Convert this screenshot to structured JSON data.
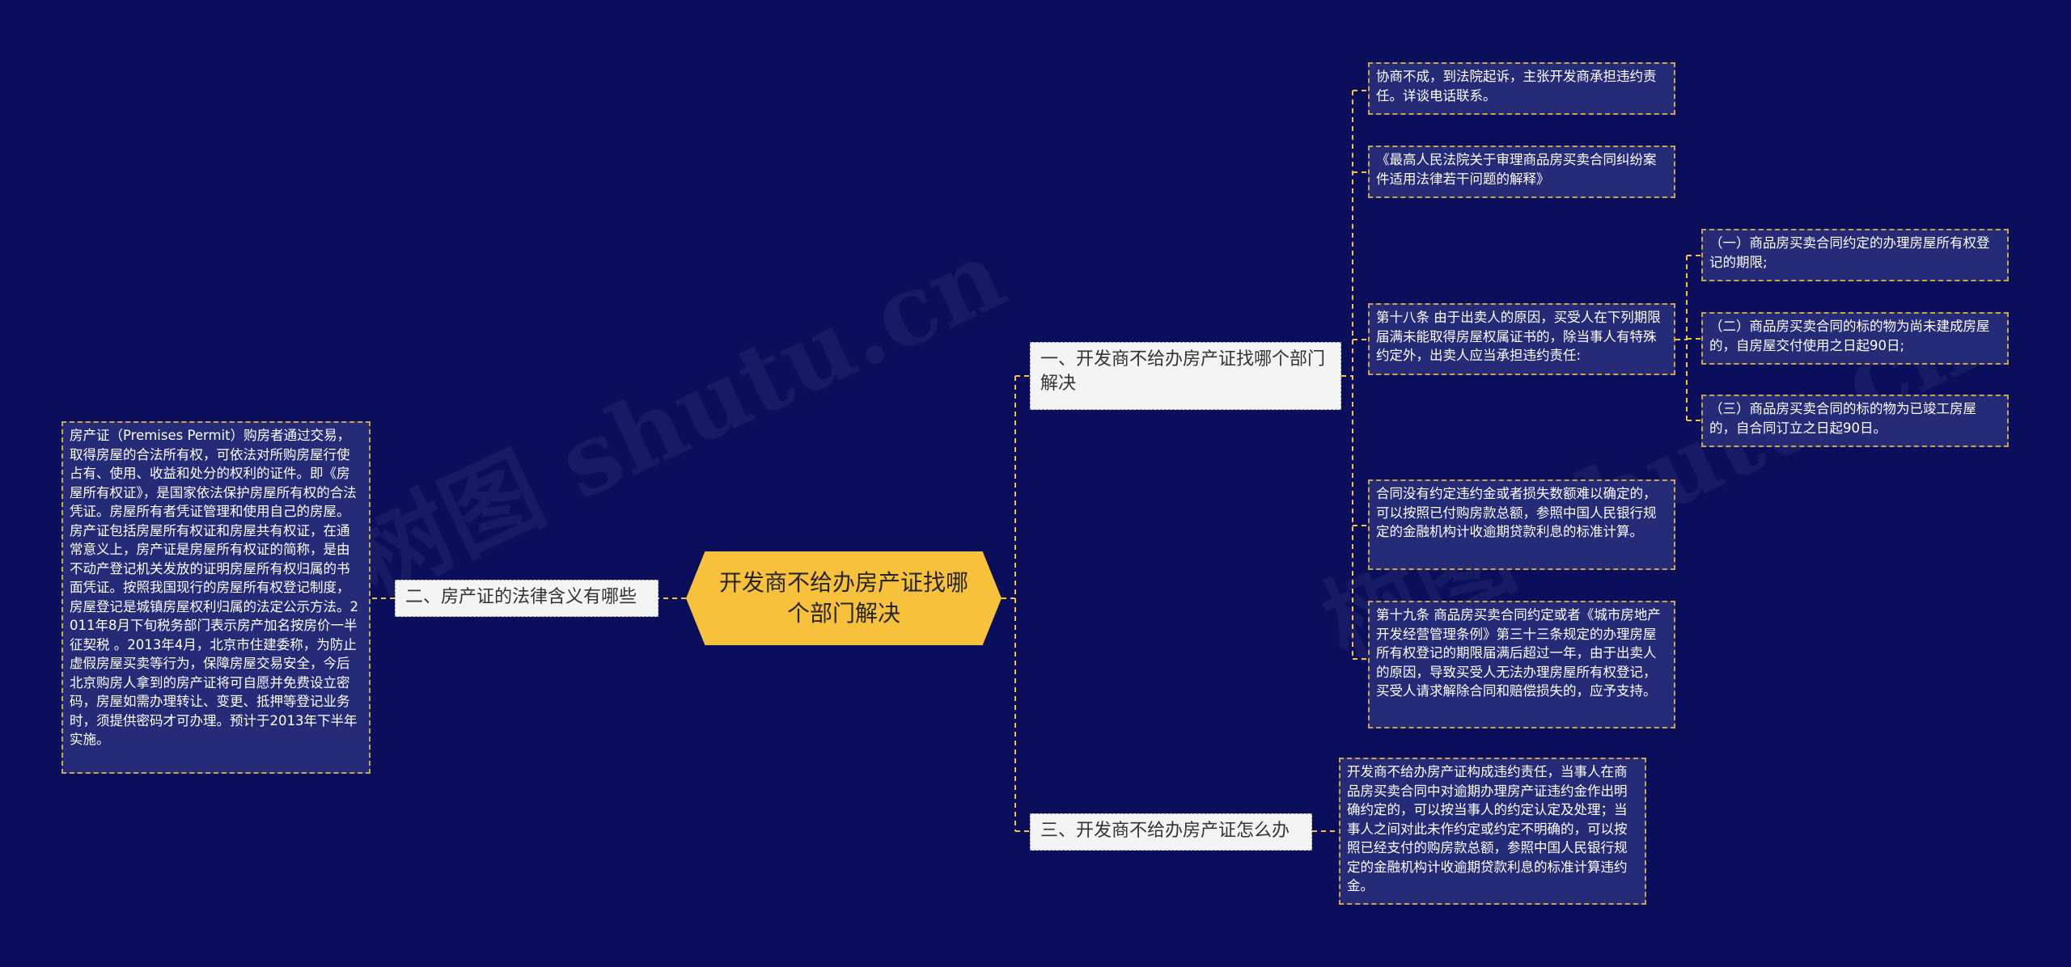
{
  "watermark": "树图 shutu.cn",
  "root": {
    "title": "开发商不给办房产证找哪个部门解决"
  },
  "branches": {
    "b1": "一、开发商不给办房产证找哪个部门解决",
    "b2": "二、房产证的法律含义有哪些",
    "b3": "三、开发商不给办房产证怎么办"
  },
  "leaves": {
    "l1": "协商不成，到法院起诉，主张开发商承担违约责任。详谈电话联系。",
    "l2": "《最高人民法院关于审理商品房买卖合同纠纷案件适用法律若干问题的解释》",
    "l3": "第十八条 由于出卖人的原因，买受人在下列期限届满未能取得房屋权属证书的，除当事人有特殊约定外，出卖人应当承担违约责任:",
    "l3a": "（一）商品房买卖合同约定的办理房屋所有权登记的期限;",
    "l3b": "（二）商品房买卖合同的标的物为尚未建成房屋的，自房屋交付使用之日起90日;",
    "l3c": "（三）商品房买卖合同的标的物为已竣工房屋的，自合同订立之日起90日。",
    "l4": "合同没有约定违约金或者损失数额难以确定的，可以按照已付购房款总额，参照中国人民银行规定的金融机构计收逾期贷款利息的标准计算。",
    "l5": "第十九条 商品房买卖合同约定或者《城市房地产开发经营管理条例》第三十三条规定的办理房屋所有权登记的期限届满后超过一年，由于出卖人的原因，导致买受人无法办理房屋所有权登记，买受人请求解除合同和赔偿损失的，应予支持。",
    "l6": "开发商不给办房产证构成违约责任，当事人在商品房买卖合同中对逾期办理房产证违约金作出明确约定的，可以按当事人的约定认定及处理；当事人之间对此未作约定或约定不明确的，可以按照已经支付的购房款总额，参照中国人民银行规定的金融机构计收逾期贷款利息的标准计算违约金。",
    "l7": "房产证（Premises Permit）购房者通过交易，取得房屋的合法所有权，可依法对所购房屋行使占有、使用、收益和处分的权利的证件。即《房屋所有权证》，是国家依法保护房屋所有权的合法凭证。房屋所有者凭证管理和使用自己的房屋。房产证包括房屋所有权证和房屋共有权证，在通常意义上，房产证是房屋所有权证的简称，是由不动产登记机关发放的证明房屋所有权归属的书面凭证。按照我国现行的房屋所有权登记制度，房屋登记是城镇房屋权利归属的法定公示方法。2011年8月下旬税务部门表示房产加名按房价一半征契税 。2013年4月，北京市住建委称，为防止虚假房屋买卖等行为，保障房屋交易安全，今后北京购房人拿到的房产证将可自愿并免费设立密码，房屋如需办理转让、变更、抵押等登记业务时，须提供密码才可办理。预计于2013年下半年实施。"
  },
  "colors": {
    "background": "#0b0f5b",
    "root": "#f7c13b",
    "leaf": "#262b78",
    "line": "#f7c13b"
  }
}
